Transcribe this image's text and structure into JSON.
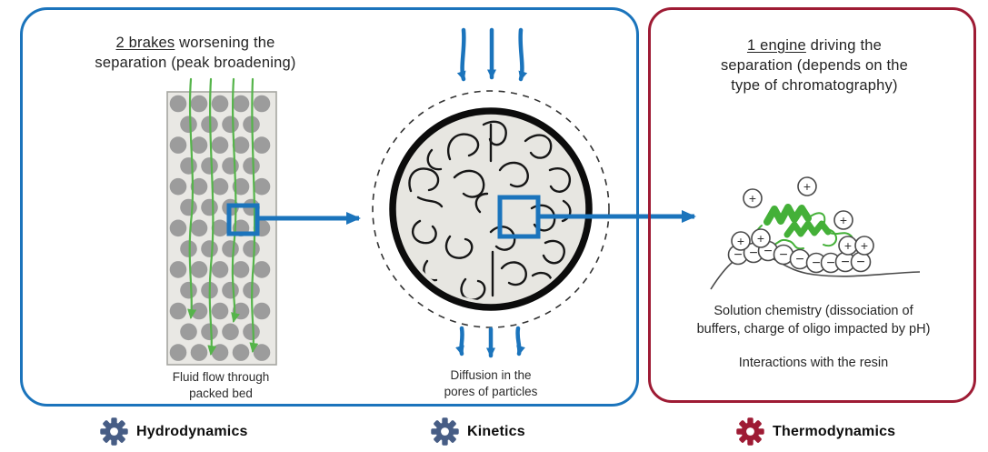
{
  "colors": {
    "accent_blue": "#1b74bc",
    "accent_red": "#9e1b34",
    "gear_blue": "#475d85",
    "flow_green": "#55b44a",
    "ribbon_green": "#44b038",
    "particle_gray": "#9c9c9c"
  },
  "brakes_panel": {
    "title": {
      "underlined": "2 brakes",
      "rest_line1": " worsening the",
      "line2": "separation (peak broadening)"
    },
    "packed_bed_caption": {
      "line1": "Fluid flow through",
      "line2": "packed bed"
    },
    "diffusion_caption": {
      "line1": "Diffusion in the",
      "line2": "pores of particles"
    }
  },
  "engine_panel": {
    "title": {
      "underlined": "1 engine",
      "rest_line1": " driving the",
      "line2": "separation (depends on the",
      "line3": "type of chromatography)"
    },
    "solution_text": {
      "line1": "Solution chemistry (dissociation of",
      "line2": "buffers, charge of oligo impacted by pH)"
    },
    "interactions_text": "Interactions with the resin",
    "charge_plus": "+",
    "charge_minus": "−"
  },
  "legend": {
    "items": [
      {
        "label": "Hydrodynamics",
        "icon": "gear-icon",
        "icon_color": "#475d85"
      },
      {
        "label": "Kinetics",
        "icon": "gear-icon",
        "icon_color": "#475d85"
      },
      {
        "label": "Thermodynamics",
        "icon": "gear-icon",
        "icon_color": "#9e1b34"
      }
    ]
  }
}
